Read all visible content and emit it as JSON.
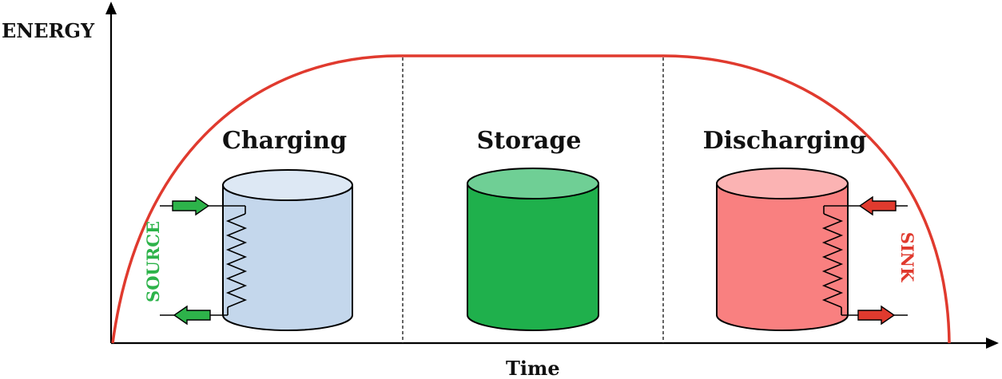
{
  "axes": {
    "y_label": "ENERGY",
    "x_label": "Time"
  },
  "phases": [
    {
      "id": "charging",
      "label": "Charging"
    },
    {
      "id": "storage",
      "label": "Storage"
    },
    {
      "id": "discharging",
      "label": "Discharging"
    }
  ],
  "side_labels": {
    "source": "SOURCE",
    "sink": "SINK"
  },
  "colors": {
    "curve": "#e03a2e",
    "source_green": "#2db34a",
    "sink_red": "#e03a2e",
    "charging_body": "#c4d7ec",
    "charging_top": "#dde8f4",
    "storage_body": "#1fb04c",
    "storage_top": "#6fcf95",
    "discharging_body": "#f98080",
    "discharging_top": "#fbb3b3",
    "arrow_green": "#2db34a",
    "arrow_red": "#e03a2e"
  },
  "icons": {
    "heat_exchanger": "zigzag-coil-icon",
    "inflow": "arrow-right-icon",
    "outflow": "arrow-left-icon"
  }
}
